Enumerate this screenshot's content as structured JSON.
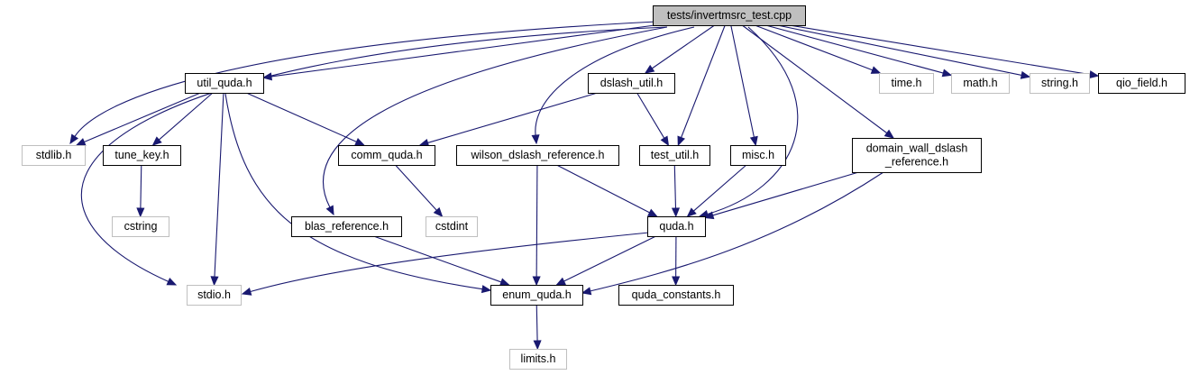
{
  "diagram": {
    "title": "",
    "colors": {
      "edge": "#191970",
      "root_fill": "#bfbfbf",
      "documented_border": "#000000",
      "external_border": "#bfbfbf",
      "node_fill": "#ffffff"
    },
    "nodes": [
      {
        "id": "root",
        "lines": [
          "tests/invertmsrc_test.cpp"
        ],
        "kind": "root"
      },
      {
        "id": "util_quda",
        "lines": [
          "util_quda.h"
        ],
        "kind": "documented"
      },
      {
        "id": "dslash_util",
        "lines": [
          "dslash_util.h"
        ],
        "kind": "documented"
      },
      {
        "id": "time",
        "lines": [
          "time.h"
        ],
        "kind": "external"
      },
      {
        "id": "math",
        "lines": [
          "math.h"
        ],
        "kind": "external"
      },
      {
        "id": "string",
        "lines": [
          "string.h"
        ],
        "kind": "external"
      },
      {
        "id": "qio_field",
        "lines": [
          "qio_field.h"
        ],
        "kind": "documented"
      },
      {
        "id": "stdlib",
        "lines": [
          "stdlib.h"
        ],
        "kind": "external"
      },
      {
        "id": "tune_key",
        "lines": [
          "tune_key.h"
        ],
        "kind": "documented"
      },
      {
        "id": "comm_quda",
        "lines": [
          "comm_quda.h"
        ],
        "kind": "documented"
      },
      {
        "id": "wilson_ref",
        "lines": [
          "wilson_dslash_reference.h"
        ],
        "kind": "documented"
      },
      {
        "id": "test_util",
        "lines": [
          "test_util.h"
        ],
        "kind": "documented"
      },
      {
        "id": "misc",
        "lines": [
          "misc.h"
        ],
        "kind": "documented"
      },
      {
        "id": "dw_ref",
        "lines": [
          "domain_wall_dslash",
          "_reference.h"
        ],
        "kind": "documented"
      },
      {
        "id": "cstring",
        "lines": [
          "cstring"
        ],
        "kind": "external"
      },
      {
        "id": "blas_ref",
        "lines": [
          "blas_reference.h"
        ],
        "kind": "documented"
      },
      {
        "id": "cstdint",
        "lines": [
          "cstdint"
        ],
        "kind": "external"
      },
      {
        "id": "quda",
        "lines": [
          "quda.h"
        ],
        "kind": "documented"
      },
      {
        "id": "stdio",
        "lines": [
          "stdio.h"
        ],
        "kind": "external"
      },
      {
        "id": "enum_quda",
        "lines": [
          "enum_quda.h"
        ],
        "kind": "documented"
      },
      {
        "id": "quda_constants",
        "lines": [
          "quda_constants.h"
        ],
        "kind": "documented"
      },
      {
        "id": "limits",
        "lines": [
          "limits.h"
        ],
        "kind": "external"
      }
    ],
    "edges": [
      [
        "root",
        "util_quda"
      ],
      [
        "root",
        "stdlib"
      ],
      [
        "root",
        "stdio"
      ],
      [
        "root",
        "dslash_util"
      ],
      [
        "root",
        "wilson_ref"
      ],
      [
        "root",
        "test_util"
      ],
      [
        "root",
        "misc"
      ],
      [
        "root",
        "quda"
      ],
      [
        "root",
        "dw_ref"
      ],
      [
        "root",
        "blas_ref"
      ],
      [
        "root",
        "time"
      ],
      [
        "root",
        "math"
      ],
      [
        "root",
        "string"
      ],
      [
        "root",
        "qio_field"
      ],
      [
        "util_quda",
        "stdlib"
      ],
      [
        "util_quda",
        "tune_key"
      ],
      [
        "util_quda",
        "stdio"
      ],
      [
        "util_quda",
        "comm_quda"
      ],
      [
        "util_quda",
        "enum_quda"
      ],
      [
        "dslash_util",
        "comm_quda"
      ],
      [
        "dslash_util",
        "test_util"
      ],
      [
        "tune_key",
        "cstring"
      ],
      [
        "comm_quda",
        "cstdint"
      ],
      [
        "wilson_ref",
        "enum_quda"
      ],
      [
        "wilson_ref",
        "quda"
      ],
      [
        "test_util",
        "quda"
      ],
      [
        "misc",
        "quda"
      ],
      [
        "dw_ref",
        "quda"
      ],
      [
        "dw_ref",
        "enum_quda"
      ],
      [
        "blas_ref",
        "enum_quda"
      ],
      [
        "quda",
        "stdio"
      ],
      [
        "quda",
        "enum_quda"
      ],
      [
        "quda",
        "quda_constants"
      ],
      [
        "enum_quda",
        "limits"
      ]
    ]
  }
}
